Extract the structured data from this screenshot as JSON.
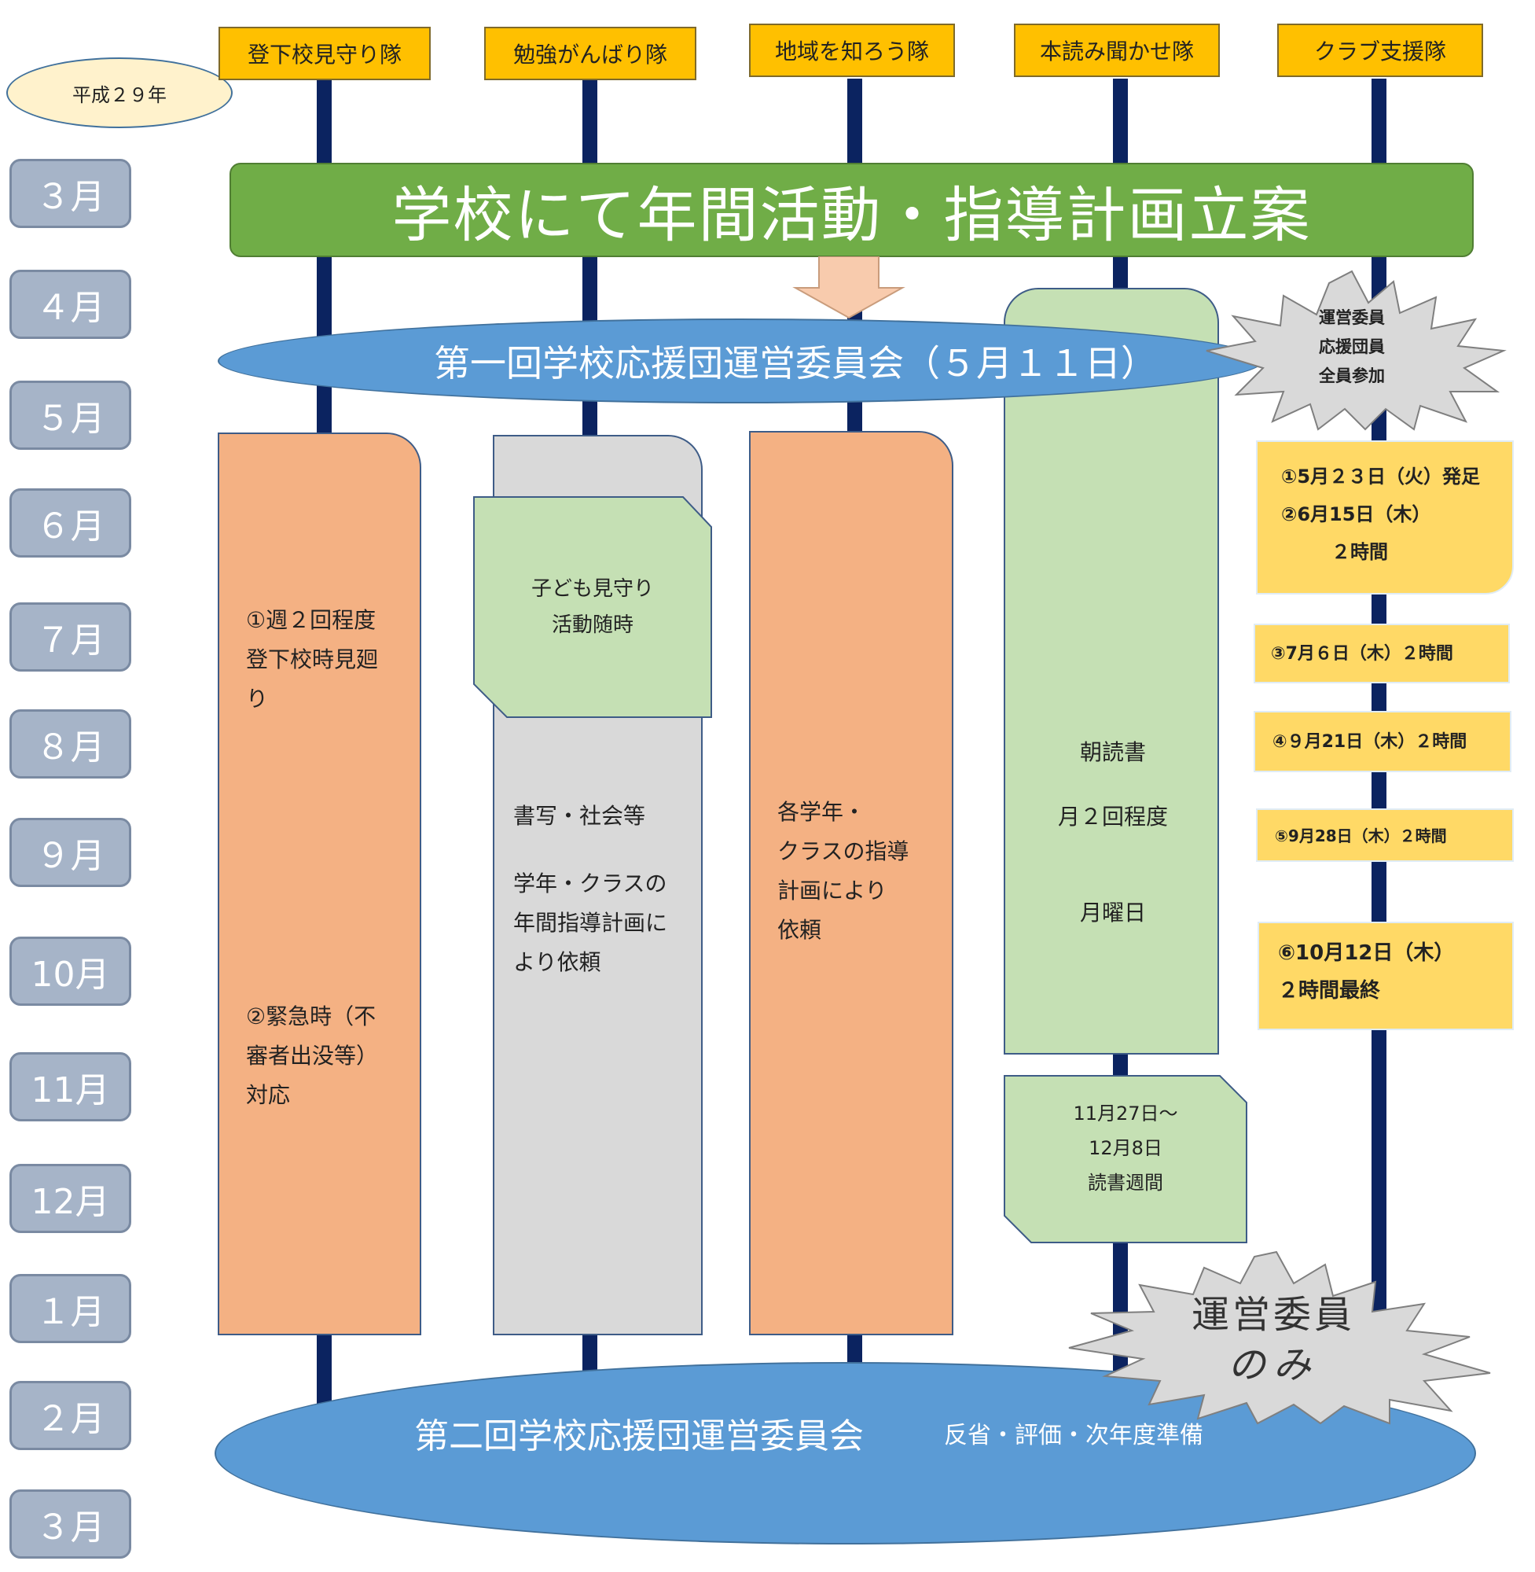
{
  "year_label": "平成２９年",
  "teams": [
    "登下校見守り隊",
    "勉強がんばり隊",
    "地域を知ろう隊",
    "本読み聞かせ隊",
    "クラブ支援隊"
  ],
  "months": [
    "３月",
    "４月",
    "５月",
    "６月",
    "７月",
    "８月",
    "９月",
    "10月",
    "11月",
    "12月",
    "１月",
    "２月",
    "３月"
  ],
  "banner": "学校にて年間活動・指導計画立案",
  "meeting1": "第一回学校応援団運営委員会（５月１１日）",
  "starburst1": [
    "運営委員",
    "応援団員",
    "全員参加"
  ],
  "col1": {
    "line1": "①週２回程度",
    "line2": "登下校時見廻",
    "line3": "り",
    "line4": "②緊急時（不",
    "line5": "審者出没等）",
    "line6": "対応"
  },
  "col2": {
    "note1": "子ども見守り",
    "note2": "活動随時",
    "line1": "書写・社会等",
    "line2": "学年・クラスの",
    "line3": "年間指導計画に",
    "line4": "より依頼"
  },
  "col3": {
    "line1": "各学年・",
    "line2": "クラスの指導",
    "line3": "計画により",
    "line4": "依頼"
  },
  "col4": {
    "line1": "朝読書",
    "line2": "月２回程度",
    "line3": "月曜日",
    "week1": "11月27日～",
    "week2": "12月8日",
    "week3": "読書週間"
  },
  "club": {
    "box1_line1": "①5月２３日（火）発足",
    "box1_line2": "②6月15日（木）",
    "box1_line3": "２時間",
    "box2": "③7月６日（木）２時間",
    "box3": "④９月21日（木）２時間",
    "box4": "⑤9月28日（木）２時間",
    "box5_line1": "⑥10月12日（木）",
    "box5_line2": "２時間最終"
  },
  "starburst2": [
    "運営委員",
    "のみ"
  ],
  "meeting2": "第二回学校応援団運営委員会",
  "meeting2_sub": "反省・評価・次年度準備",
  "colors": {
    "team": "#ffc000",
    "banner": "#70ad47",
    "meeting": "#5b9bd5",
    "orange": "#f4b183",
    "gray": "#d9d9d9",
    "lightgreen": "#c5e0b4",
    "yellow": "#ffd966",
    "month": "#a6b4c8",
    "line": "#0b2360"
  }
}
